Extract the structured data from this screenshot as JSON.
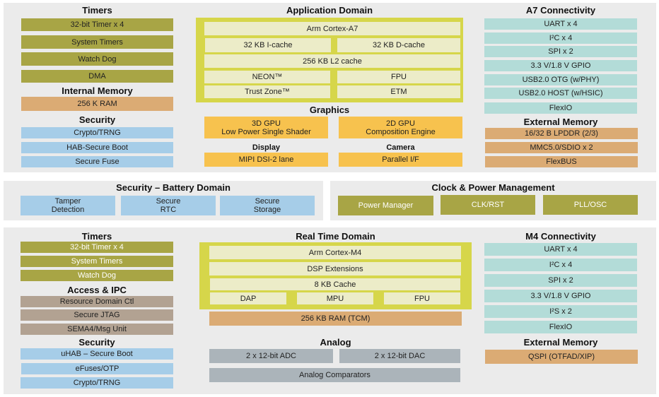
{
  "top": {
    "timers": {
      "title": "Timers",
      "items": [
        "32-bit Timer x 4",
        "System Timers",
        "Watch Dog",
        "DMA"
      ]
    },
    "internal_memory": {
      "title": "Internal Memory",
      "items": [
        "256 K RAM"
      ]
    },
    "security": {
      "title": "Security",
      "items": [
        "Crypto/TRNG",
        "HAB-Secure Boot",
        "Secure Fuse"
      ]
    },
    "application": {
      "title": "Application Domain",
      "core": "Arm Cortex-A7",
      "icache": "32 KB I-cache",
      "dcache": "32 KB D-cache",
      "l2": "256 KB L2 cache",
      "neon": "NEON™",
      "fpu": "FPU",
      "trustzone": "Trust Zone™",
      "etm": "ETM"
    },
    "graphics": {
      "title": "Graphics",
      "gpu3d": "3D GPU\nLow Power Single Shader",
      "gpu2d": "2D GPU\nComposition Engine"
    },
    "display": {
      "title": "Display",
      "item": "MIPI DSI-2 lane"
    },
    "camera": {
      "title": "Camera",
      "item": "Parallel I/F"
    },
    "a7_connectivity": {
      "title": "A7 Connectivity",
      "items": [
        "UART x 4",
        "I²C x 4",
        "SPI x 2",
        "3.3 V/1.8 V GPIO",
        "USB2.0 OTG (w/PHY)",
        "USB2.0 HOST (w/HSIC)",
        "FlexIO"
      ]
    },
    "external_memory": {
      "title": "External Memory",
      "items": [
        "16/32 B LPDDR (2/3)",
        "MMC5.0/SDIO x 2",
        "FlexBUS"
      ]
    }
  },
  "middle": {
    "battery": {
      "title": "Security – Battery Domain",
      "items": [
        "Tamper\nDetection",
        "Secure\nRTC",
        "Secure\nStorage"
      ]
    },
    "clock": {
      "title": "Clock & Power Management",
      "items": [
        "Power Manager",
        "CLK/RST",
        "PLL/OSC"
      ]
    }
  },
  "bottom": {
    "timers": {
      "title": "Timers",
      "items": [
        "32-bit Timer x 4",
        "System Timers",
        "Watch Dog"
      ]
    },
    "access": {
      "title": "Access & IPC",
      "items": [
        "Resource Domain Ctl",
        "Secure JTAG",
        "SEMA4/Msg Unit"
      ]
    },
    "security": {
      "title": "Security",
      "items": [
        "uHAB – Secure Boot",
        "eFuses/OTP",
        "Crypto/TRNG"
      ]
    },
    "realtime": {
      "title": "Real Time Domain",
      "core": "Arm Cortex-M4",
      "dsp": "DSP Extensions",
      "cache": "8 KB Cache",
      "dap": "DAP",
      "mpu": "MPU",
      "fpu": "FPU",
      "ram": "256 KB RAM (TCM)"
    },
    "analog": {
      "title": "Analog",
      "adc": "2 x 12-bit ADC",
      "dac": "2 x 12-bit DAC",
      "comparators": "Analog Comparators"
    },
    "m4_connectivity": {
      "title": "M4 Connectivity",
      "items": [
        "UART x 4",
        "I²C x 4",
        "SPI x 2",
        "3.3 V/1.8 V GPIO",
        "I²S x 2",
        "FlexIO"
      ]
    },
    "external_memory": {
      "title": "External Memory",
      "items": [
        "QSPI (OTFAD/XIP)"
      ]
    }
  },
  "colors": {
    "panel": "#ebebeb",
    "timers": "#a8a545",
    "memory": "#dbab74",
    "security": "#a6cde8",
    "connectivity": "#b3dcd8",
    "core": "#d6d64a",
    "core_inner": "#ececc8",
    "graphics": "#f7c24e",
    "access": "#b2a292",
    "analog": "#abb4ba"
  }
}
